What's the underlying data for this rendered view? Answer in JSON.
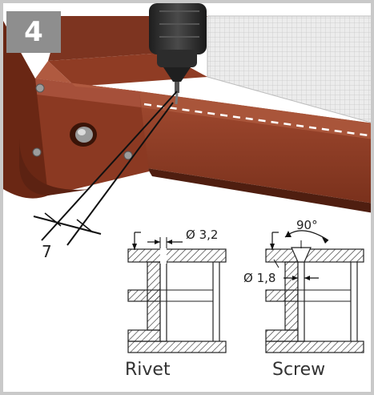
{
  "step": {
    "number": "4"
  },
  "dimensions": {
    "offset": "7",
    "rivet_diameter": "Ø 3,2",
    "screw_diameter": "Ø 1,8",
    "screw_angle": "90°"
  },
  "captions": {
    "rivet": "Rivet",
    "screw": "Screw"
  },
  "colors": {
    "frame": "#8a3a22",
    "frame_dark": "#5e2413",
    "frame_light": "#a6503a",
    "badge": "#8e8e8e",
    "drill": "#2b2b2b",
    "panel": "#e4e4e4"
  }
}
